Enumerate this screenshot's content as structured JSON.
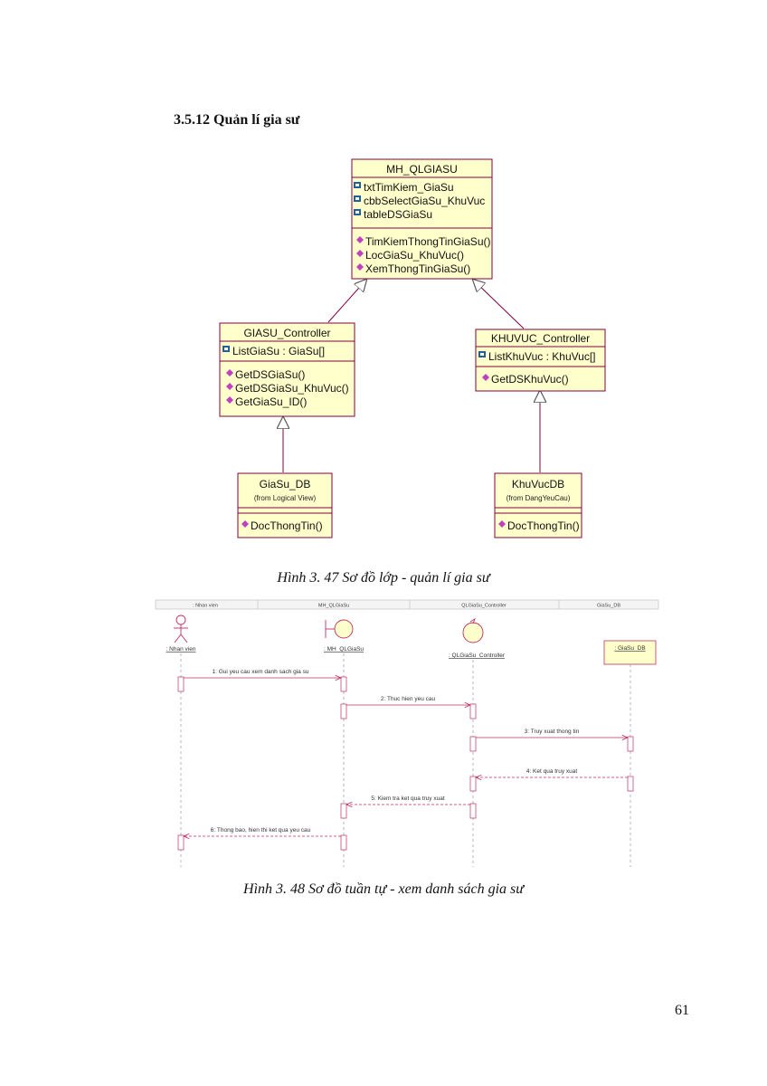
{
  "section": {
    "heading": "3.5.12 Quản lí gia sư"
  },
  "class_diagram": {
    "mh": {
      "name": "MH_QLGIASU",
      "attributes": [
        "txtTimKiem_GiaSu",
        "cbbSelectGiaSu_KhuVuc",
        "tableDSGiaSu"
      ],
      "operations": [
        "TimKiemThongTinGiaSu()",
        "LocGiaSu_KhuVuc()",
        "XemThongTinGiaSu()"
      ]
    },
    "giasu_controller": {
      "name": "GIASU_Controller",
      "attributes": [
        "ListGiaSu : GiaSu[]"
      ],
      "operations": [
        "GetDSGiaSu()",
        "GetDSGiaSu_KhuVuc()",
        "GetGiaSu_ID()"
      ]
    },
    "khuvuc_controller": {
      "name": "KHUVUC_Controller",
      "attributes": [
        "ListKhuVuc : KhuVuc[]"
      ],
      "operations": [
        "GetDSKhuVuc()"
      ]
    },
    "giasu_db": {
      "name": "GiaSu_DB",
      "subtitle": "(from Logical View)",
      "operations": [
        "DocThongTin()"
      ]
    },
    "khuvuc_db": {
      "name": "KhuVucDB",
      "subtitle": "(from DangYeuCau)",
      "operations": [
        "DocThongTin()"
      ]
    },
    "colors": {
      "box_fill": "#ffffcc",
      "line": "#800040",
      "op_icon": "#c040c0",
      "attr_icon": "#2060a0"
    }
  },
  "caption_47": "Hình 3. 47 Sơ đồ lớp - quản lí gia sư",
  "sequence_diagram": {
    "header": ": Nhan vien",
    "header_cells": [
      ": Nhan vien",
      "MH_QLGiaSu",
      "QLGiaSu_Controller",
      "GiaSu_DB"
    ],
    "actors": {
      "nhanvien": ": Nhan vien",
      "mh": ": MH_QLGiaSu",
      "controller": ": QLGiaSu_Controller",
      "db": ": GiaSu_DB"
    },
    "messages": [
      "1: Gui yeu cau xem danh sach gia su",
      "2: Thuc hien yeu cau",
      "3: Truy xuat thong tin",
      "4: Ket qua truy xuat",
      "5: Kiem tra ket qua truy xuat",
      "6: Thong bao, hien thi ket qua yeu cau"
    ],
    "colors": {
      "message": "#c03060",
      "lifeline": "#999999",
      "activation": "#c03060"
    }
  },
  "caption_48": "Hình 3. 48 Sơ đồ tuần tự - xem danh sách gia sư",
  "page_number": "61"
}
